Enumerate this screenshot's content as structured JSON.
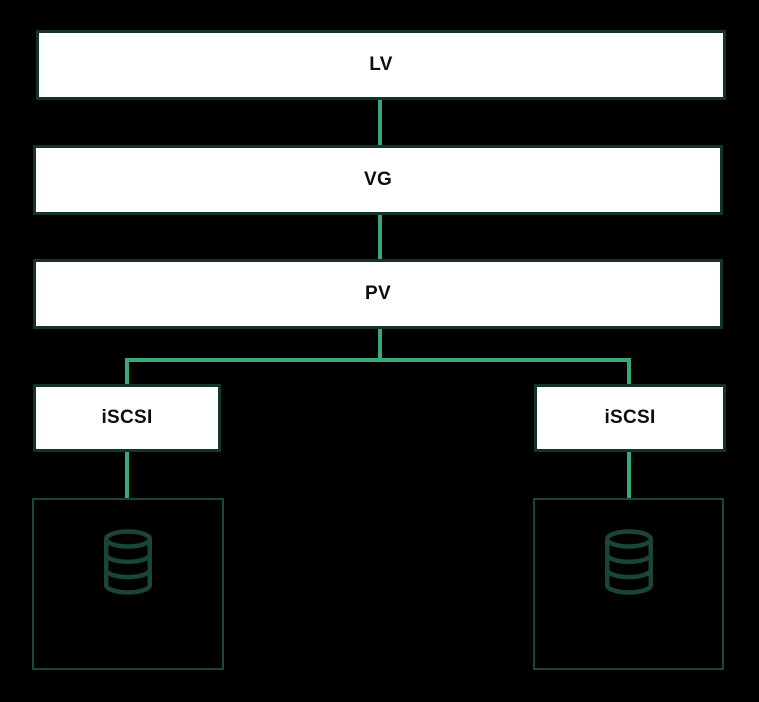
{
  "diagram": {
    "description": "LVM over iSCSI storage architecture diagram",
    "background": "#000000",
    "colors": {
      "connector": "#39a877",
      "box-border": "#143429",
      "box-fill": "#ffffff",
      "storage-border": "#1b4634",
      "icon-stroke": "#1b4634",
      "label": "#0d0d0d"
    },
    "nodes": {
      "lv": {
        "label": "LV"
      },
      "vg": {
        "label": "VG"
      },
      "pv": {
        "label": "PV"
      },
      "iscsi_a": {
        "label": "iSCSI"
      },
      "iscsi_b": {
        "label": "iSCSI"
      },
      "storage_a": {
        "icon": "database-icon"
      },
      "storage_b": {
        "icon": "database-icon"
      }
    },
    "edges": [
      {
        "from": "lv",
        "to": "vg"
      },
      {
        "from": "vg",
        "to": "pv"
      },
      {
        "from": "pv",
        "to": "iscsi_a"
      },
      {
        "from": "pv",
        "to": "iscsi_b"
      },
      {
        "from": "iscsi_a",
        "to": "storage_a"
      },
      {
        "from": "iscsi_b",
        "to": "storage_b"
      }
    ]
  }
}
